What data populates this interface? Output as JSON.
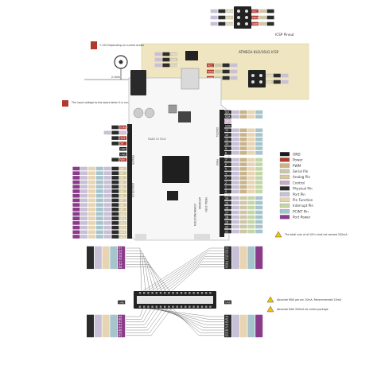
{
  "colors": {
    "gnd": "#1a1a1a",
    "power": "#b03a2e",
    "pwm": "#c9b38a",
    "serial": "#cfc6a8",
    "analog": "#d6c9a0",
    "control": "#c7a9c9",
    "physical": "#2c2c2c",
    "port": "#c7c0d6",
    "pinfunc": "#e7d4b2",
    "interrupt": "#c3d6a7",
    "pcint": "#a6c4cc",
    "portpower": "#8a3c8a",
    "digital": "#bfbfbf",
    "board": "#f5f5f5",
    "icsp_panel": "#efe5c0"
  },
  "icsp_top": {
    "title": "ICSP Pinout",
    "pins": [
      "MISO",
      "SCK",
      "RESET",
      "VCC",
      "MOSI",
      "GND"
    ]
  },
  "icsp_atmega": {
    "title": "ATMEGA 8U2/16U2 ICSP"
  },
  "power_callouts": {
    "jack": "7-12V Depending on current drawn",
    "dims": "2.1mm",
    "vin_note": "The input voltage to the board when it is running from external power. Not USB bus power."
  },
  "board_labels": {
    "name": "ARDUINO",
    "model": "MEGA 2560",
    "digital": "DIGITAL",
    "analog": "ANALOG IN",
    "power": "POWER",
    "pwm": "PWM",
    "communication": "COMMUNICATION",
    "made_in": "MADE IN ITALY"
  },
  "left_header_top": [
    "IOREF",
    "RESET",
    "3V3",
    "5V",
    "GND",
    "GND",
    "VIN"
  ],
  "left_analog": [
    "A0",
    "A1",
    "A2",
    "A3",
    "A4",
    "A5",
    "A6",
    "A7",
    "A8",
    "A9",
    "A10",
    "A11",
    "A12",
    "A13",
    "A14",
    "A15"
  ],
  "right_top": [
    "SCL",
    "SDA",
    "AREF",
    "GND",
    "13",
    "12",
    "11",
    "10",
    "9",
    "8"
  ],
  "right_mid": [
    "7",
    "6",
    "5",
    "4",
    "3",
    "2",
    "1",
    "0"
  ],
  "right_comm": [
    "14",
    "15",
    "16",
    "17",
    "18",
    "19",
    "20",
    "21"
  ],
  "bottom_left": [
    "22",
    "24",
    "26",
    "28",
    "30",
    "32",
    "34",
    "36",
    "38",
    "40",
    "42",
    "44",
    "46",
    "48",
    "50",
    "52"
  ],
  "bottom_right": [
    "23",
    "25",
    "27",
    "29",
    "31",
    "33",
    "35",
    "37",
    "39",
    "41",
    "43",
    "45",
    "47",
    "49",
    "51",
    "53"
  ],
  "legend": [
    {
      "label": "GND",
      "key": "gnd"
    },
    {
      "label": "Power",
      "key": "power"
    },
    {
      "label": "PWM",
      "key": "pwm"
    },
    {
      "label": "Serial Pin",
      "key": "serial"
    },
    {
      "label": "Analog Pin",
      "key": "analog"
    },
    {
      "label": "Control",
      "key": "control"
    },
    {
      "label": "Physical Pin",
      "key": "physical"
    },
    {
      "label": "Port Pin",
      "key": "port"
    },
    {
      "label": "Pin Function",
      "key": "pinfunc"
    },
    {
      "label": "Interrupt Pin",
      "key": "interrupt"
    },
    {
      "label": "PCINT Pin",
      "key": "pcint"
    },
    {
      "label": "Port Power",
      "key": "portpower"
    }
  ],
  "notes": {
    "total_current": "The total sum of all I/O's shall not exceed 200mA.",
    "abs_max_1": "Absolute MAX per pin 20mA. Recommended 10mA",
    "abs_max_2": "Absolute MAX 200mA for entire package"
  }
}
